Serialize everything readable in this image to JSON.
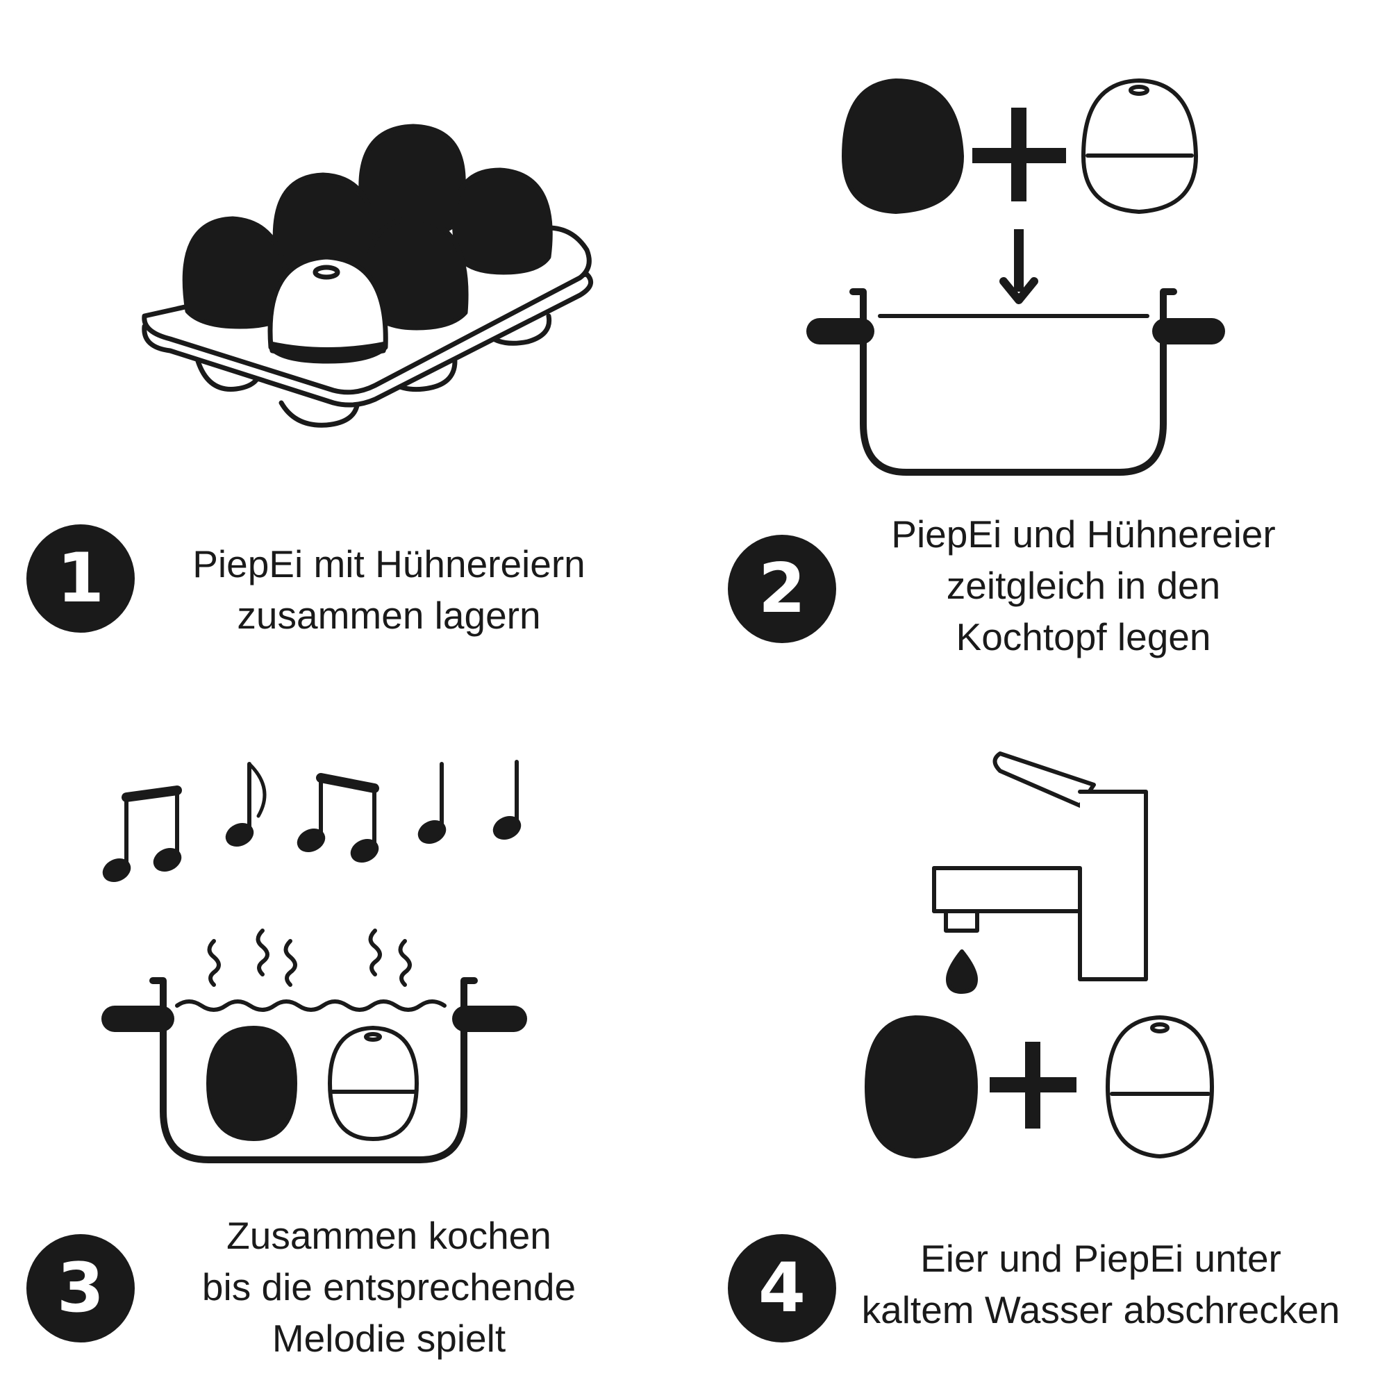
{
  "colors": {
    "ink": "#1a1a1a",
    "background": "#ffffff"
  },
  "steps": [
    {
      "number": "1",
      "lines": [
        "PiepEi mit Hühnereiern",
        "zusammen lagern"
      ],
      "icon": "egg-carton-icon"
    },
    {
      "number": "2",
      "lines": [
        "PiepEi und Hühnereier",
        "zeitgleich in den",
        "Kochtopf legen"
      ],
      "icon": "eggs-into-pot-icon"
    },
    {
      "number": "3",
      "lines": [
        "Zusammen kochen",
        "bis die entsprechende",
        "Melodie spielt"
      ],
      "icon": "boiling-pot-with-music-icon"
    },
    {
      "number": "4",
      "lines": [
        "Eier und PiepEi unter",
        "kaltem Wasser abschrecken"
      ],
      "icon": "faucet-and-eggs-icon"
    }
  ]
}
